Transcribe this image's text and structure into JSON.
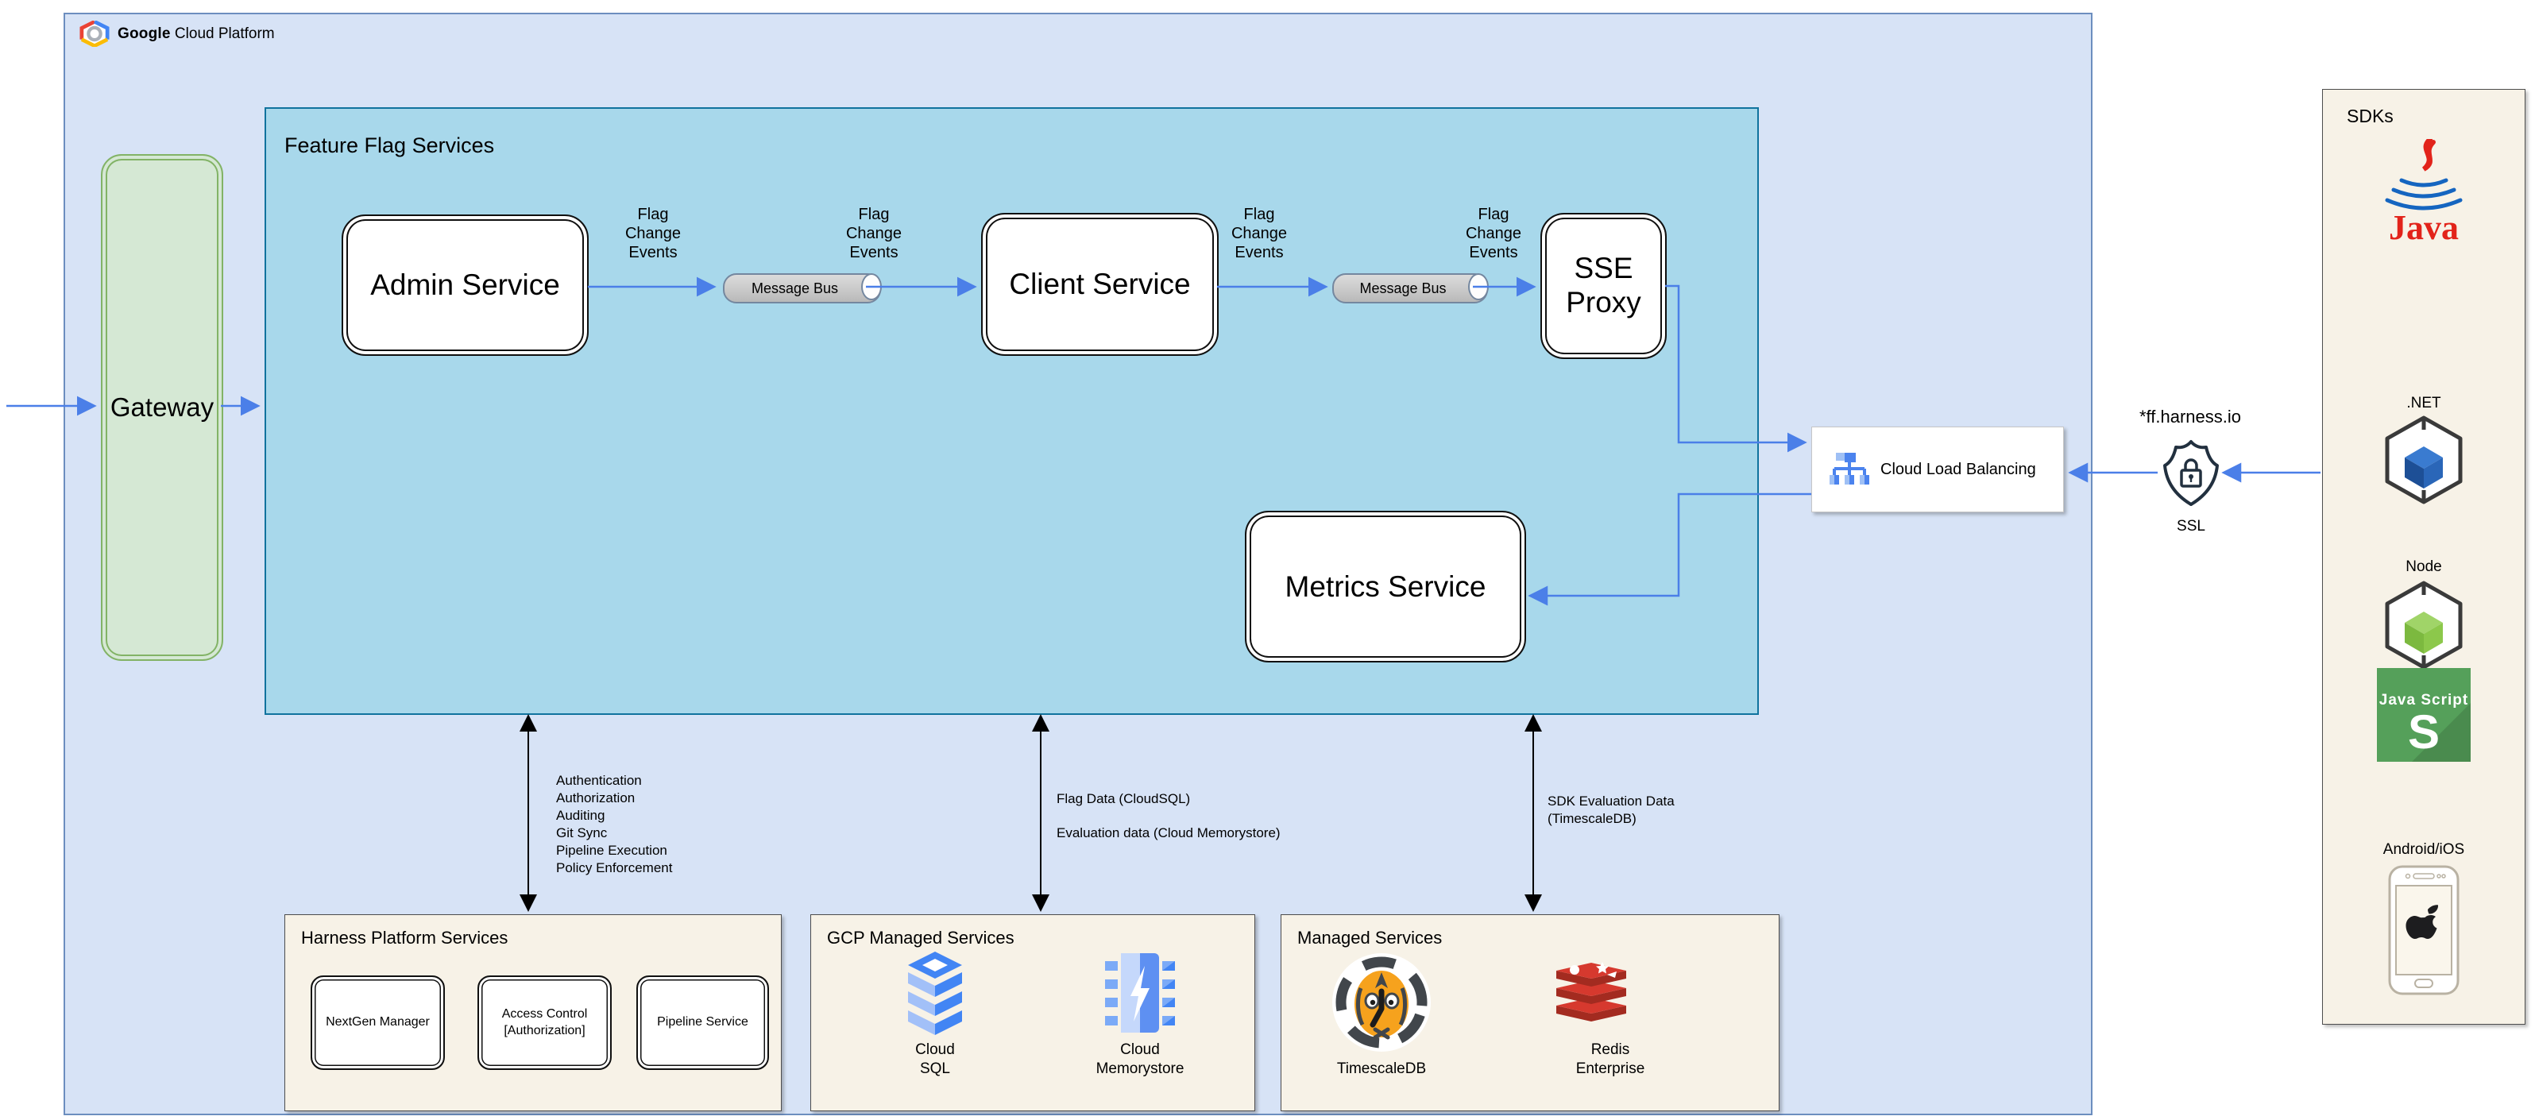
{
  "header": {
    "brand_bold": "Google",
    "brand_rest": " Cloud Platform"
  },
  "gateway": {
    "label": "Gateway"
  },
  "feature_flag_services": {
    "title": "Feature Flag Services",
    "admin_service": "Admin Service",
    "client_service": "Client Service",
    "sse_proxy": "SSE\nProxy",
    "metrics_service": "Metrics Service",
    "message_bus": "Message Bus",
    "flag_change_events": "Flag\nChange\nEvents"
  },
  "load_balancer": {
    "label": "Cloud Load Balancing"
  },
  "ssl": {
    "domain": "*ff.harness.io",
    "label": "SSL"
  },
  "sdks": {
    "title": "SDKs",
    "java_label": "Java",
    "dotnet_label": ".NET",
    "node_label": "Node",
    "js_line1": "Java Script",
    "js_letter": "S",
    "mobile_label": "Android/iOS"
  },
  "annotations": {
    "platform_capabilities": "Authentication\nAuthorization\nAuditing\nGit Sync\nPipeline Execution\nPolicy Enforcement",
    "flag_data": "Flag Data (CloudSQL)",
    "evaluation_data": "Evaluation data (Cloud Memorystore)",
    "sdk_evaluation_data": "SDK Evaluation Data\n(TimescaleDB)"
  },
  "harness_platform": {
    "title": "Harness Platform Services",
    "services": [
      "NextGen Manager",
      "Access Control\n[Authorization]",
      "Pipeline Service"
    ]
  },
  "gcp_managed": {
    "title": "GCP Managed Services",
    "items": [
      "Cloud\nSQL",
      "Cloud\nMemorystore"
    ]
  },
  "managed": {
    "title": "Managed Services",
    "items": [
      "TimescaleDB",
      "Redis\nEnterprise"
    ]
  },
  "colors": {
    "gcp_fill": "#d7e3f6",
    "gcp_border": "#6c8ebf",
    "ffs_fill": "#a8d8eb",
    "ffs_border": "#10739e",
    "gateway_fill": "#d5e8d4",
    "gateway_border": "#82b366",
    "panel_fill": "#f7f2e7",
    "arrow_blue": "#4b7fe8",
    "arrow_black": "#000000"
  }
}
